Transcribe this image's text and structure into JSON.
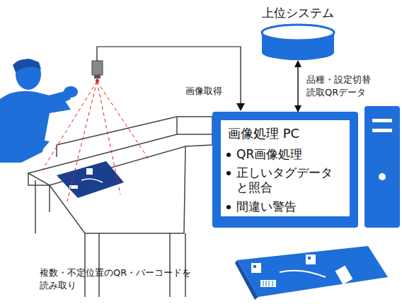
{
  "diagram": {
    "nodes": [
      {
        "text": [
          "上位システム"
        ]
      },
      {
        "text": [
          "画像処理 PC",
          "QR画像処理",
          "正しいタグデータ と照合",
          "間違い警告"
        ]
      }
    ],
    "edges": [
      {
        "from": 0,
        "to": 1,
        "label": "品種・設定切替 読取QRデータ",
        "arrow": "both"
      }
    ],
    "labels": [
      "画像取得",
      "複数・不定位置のQR・バーコードを 読み取り"
    ]
  }
}
